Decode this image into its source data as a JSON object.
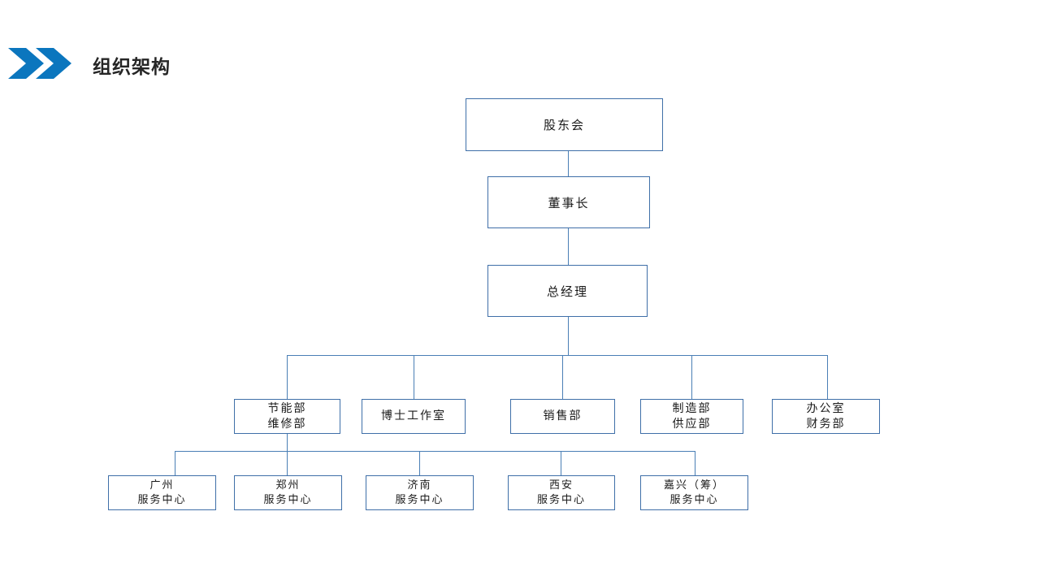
{
  "header": {
    "title": "组织架构",
    "icon": "double-chevron-right-icon",
    "accent_color": "#0B76BE"
  },
  "theme": {
    "node_border_color": "#3f6fa8",
    "connector_color": "#4a7fb5",
    "node_fill": "#ffffff",
    "text_color": "#1a1a1a",
    "background": "#ffffff"
  },
  "chart_data": {
    "type": "diagram",
    "title": "组织架构",
    "orientation": "top-down",
    "levels": [
      {
        "level": 1,
        "nodes": [
          {
            "id": "shareholders",
            "label": "股东会"
          }
        ]
      },
      {
        "level": 2,
        "nodes": [
          {
            "id": "chairman",
            "label": "董事长"
          }
        ]
      },
      {
        "level": 3,
        "nodes": [
          {
            "id": "general-manager",
            "label": "总经理"
          }
        ]
      },
      {
        "level": 4,
        "nodes": [
          {
            "id": "dept-energy",
            "label": "节能部\n维修部"
          },
          {
            "id": "dept-doctor-studio",
            "label": "博士工作室"
          },
          {
            "id": "dept-sales",
            "label": "销售部"
          },
          {
            "id": "dept-manufacturing",
            "label": "制造部\n供应部"
          },
          {
            "id": "dept-office",
            "label": "办公室\n财务部"
          }
        ]
      },
      {
        "level": 5,
        "nodes": [
          {
            "id": "sc-guangzhou",
            "label": "广州\n服务中心"
          },
          {
            "id": "sc-zhengzhou",
            "label": "郑州\n服务中心"
          },
          {
            "id": "sc-jinan",
            "label": "济南\n服务中心"
          },
          {
            "id": "sc-xian",
            "label": "西安\n服务中心"
          },
          {
            "id": "sc-jiaxing",
            "label": "嘉兴（筹）\n服务中心"
          }
        ]
      }
    ],
    "edges": [
      {
        "from": "shareholders",
        "to": "chairman"
      },
      {
        "from": "chairman",
        "to": "general-manager"
      },
      {
        "from": "general-manager",
        "to": "dept-energy"
      },
      {
        "from": "general-manager",
        "to": "dept-doctor-studio"
      },
      {
        "from": "general-manager",
        "to": "dept-sales"
      },
      {
        "from": "general-manager",
        "to": "dept-manufacturing"
      },
      {
        "from": "general-manager",
        "to": "dept-office"
      },
      {
        "from": "dept-energy",
        "to": "sc-guangzhou"
      },
      {
        "from": "dept-energy",
        "to": "sc-zhengzhou"
      },
      {
        "from": "dept-energy",
        "to": "sc-jinan"
      },
      {
        "from": "dept-energy",
        "to": "sc-xian"
      },
      {
        "from": "dept-energy",
        "to": "sc-jiaxing"
      }
    ]
  }
}
